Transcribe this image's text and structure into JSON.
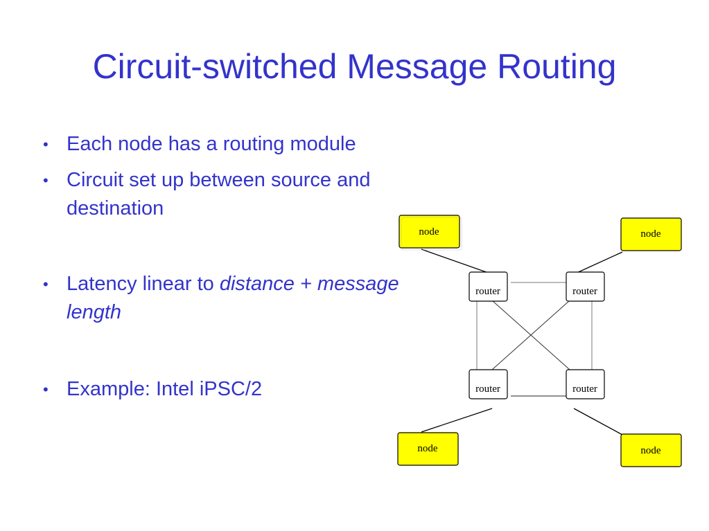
{
  "slide": {
    "title": "Circuit-switched Message Routing",
    "bullets": [
      {
        "marker": "•",
        "parts": [
          {
            "text": "Each node has a routing module",
            "italic": false
          }
        ]
      },
      {
        "marker": "•",
        "parts": [
          {
            "text": "Circuit set up between source and destination",
            "italic": false
          }
        ]
      },
      {
        "marker": "•",
        "parts": [
          {
            "text": "Latency linear to ",
            "italic": false
          },
          {
            "text": "distance + message length",
            "italic": true
          }
        ]
      },
      {
        "marker": "•",
        "parts": [
          {
            "text": "Example: Intel iPSC/2",
            "italic": false
          }
        ]
      }
    ]
  },
  "diagram": {
    "nodes": {
      "top_left": "node",
      "top_right": "node",
      "bottom_left": "node",
      "bottom_right": "node"
    },
    "routers": {
      "top_left": "router",
      "top_right": "router",
      "bottom_left": "router",
      "bottom_right": "router"
    }
  },
  "colors": {
    "text_accent": "#3333cc",
    "node_fill": "#ffff00",
    "router_fill": "#ffffff",
    "line": "#000000"
  }
}
